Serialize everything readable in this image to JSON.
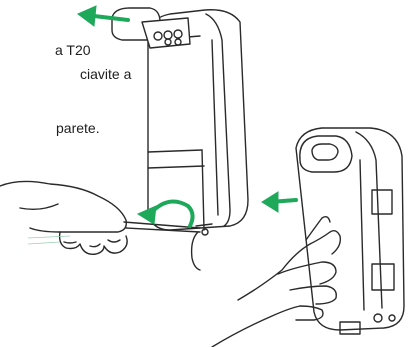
{
  "instructions": {
    "line1": "a T20",
    "line2": "ciavite a",
    "line3": "parete."
  },
  "colors": {
    "arrow": "#1ea85a",
    "line": "#2a2a2a"
  },
  "icons": {
    "arrow_left": "arrow-left-icon",
    "arrow_curved": "curved-arrow-icon",
    "arrow_push": "push-arrow-icon"
  }
}
